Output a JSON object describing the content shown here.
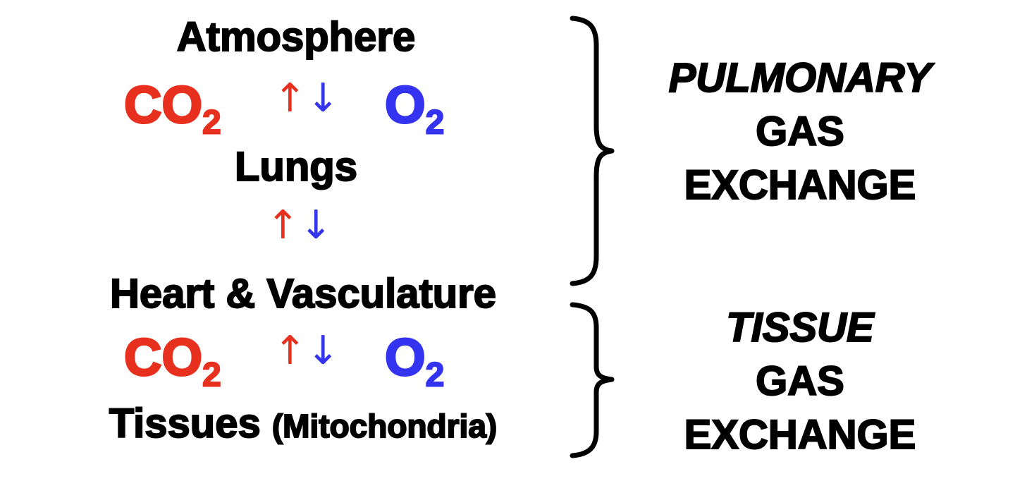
{
  "colors": {
    "co2": "#E8301F",
    "o2": "#3333F0",
    "text": "#000000",
    "background": "#FFFFFF"
  },
  "diagram": {
    "nodes": {
      "atmosphere": "Atmosphere",
      "lungs": "Lungs",
      "heart": "Heart & Vasculature",
      "tissues": "Tissues",
      "tissues_sub": "(Mitochondria)"
    },
    "exchange_top": {
      "co2_base": "CO",
      "co2_sub": "2",
      "o2_base": "O",
      "o2_sub": "2",
      "arrow_up": "↑",
      "arrow_down": "↓"
    },
    "exchange_middle": {
      "arrow_up": "↑",
      "arrow_down": "↓"
    },
    "exchange_bottom": {
      "co2_base": "CO",
      "co2_sub": "2",
      "o2_base": "O",
      "o2_sub": "2",
      "arrow_up": "↑",
      "arrow_down": "↓"
    },
    "groups": [
      {
        "title": "PULMONARY",
        "line2": "GAS",
        "line3": "EXCHANGE"
      },
      {
        "title": "TISSUE",
        "line2": "GAS",
        "line3": "EXCHANGE"
      }
    ]
  }
}
